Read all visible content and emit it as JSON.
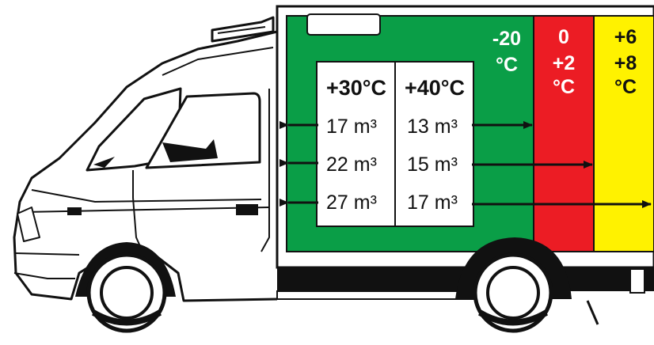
{
  "colors": {
    "zone_minus20": "#0a9e47",
    "zone_0_2": "#ec1c24",
    "zone_6_8": "#fff200",
    "outline": "#111111"
  },
  "zones": [
    {
      "id": "minus20",
      "lines": [
        "-20",
        "°C"
      ]
    },
    {
      "id": "0_2",
      "lines": [
        "0",
        "+2",
        "°C"
      ]
    },
    {
      "id": "6_8",
      "lines": [
        "+6",
        "+8",
        "°C"
      ]
    }
  ],
  "table": {
    "headers": [
      "+30°C",
      "+40°C"
    ],
    "rows": [
      {
        "a": "17 m³",
        "b": "13 m³"
      },
      {
        "a": "22 m³",
        "b": "15 m³"
      },
      {
        "a": "27 m³",
        "b": "17 m³"
      }
    ]
  },
  "icons": [
    "truck-outline-icon",
    "arrow-left-icon",
    "arrow-right-icon"
  ]
}
